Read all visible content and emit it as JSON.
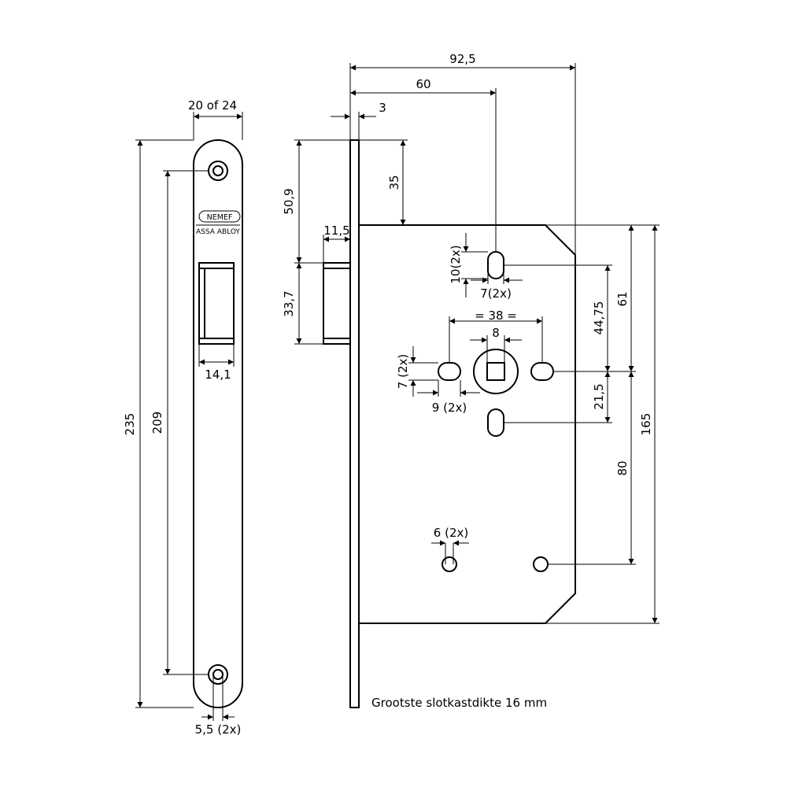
{
  "faceplate": {
    "width": "20 of 24",
    "slot_width": "14,1",
    "hole_pitch": "209",
    "total_height": "235",
    "screw_hole": "5,5 (2x)",
    "logo_brand": "NEMEF",
    "logo_group": "ASSA ABLOY"
  },
  "lockcase": {
    "overall_depth": "92,5",
    "backset": "60",
    "plate_thickness": "3",
    "top_offset": "35",
    "latch_center": "50,9",
    "latch_projection": "11,5",
    "latch_height": "33,7",
    "slot_top": "10(2x)",
    "slot_top_width": "7(2x)",
    "spindle_spacing": "= 38 =",
    "spindle": "8",
    "side_hole_height": "7 (2x)",
    "side_hole_width": "9 (2x)",
    "lower_offset": "21,5",
    "upper_offset": "44,75",
    "upper_total": "61",
    "case_height": "165",
    "bottom_spacing": "80",
    "bottom_holes": "6 (2x)",
    "note": "Grootste slotkastdikte 16 mm"
  }
}
